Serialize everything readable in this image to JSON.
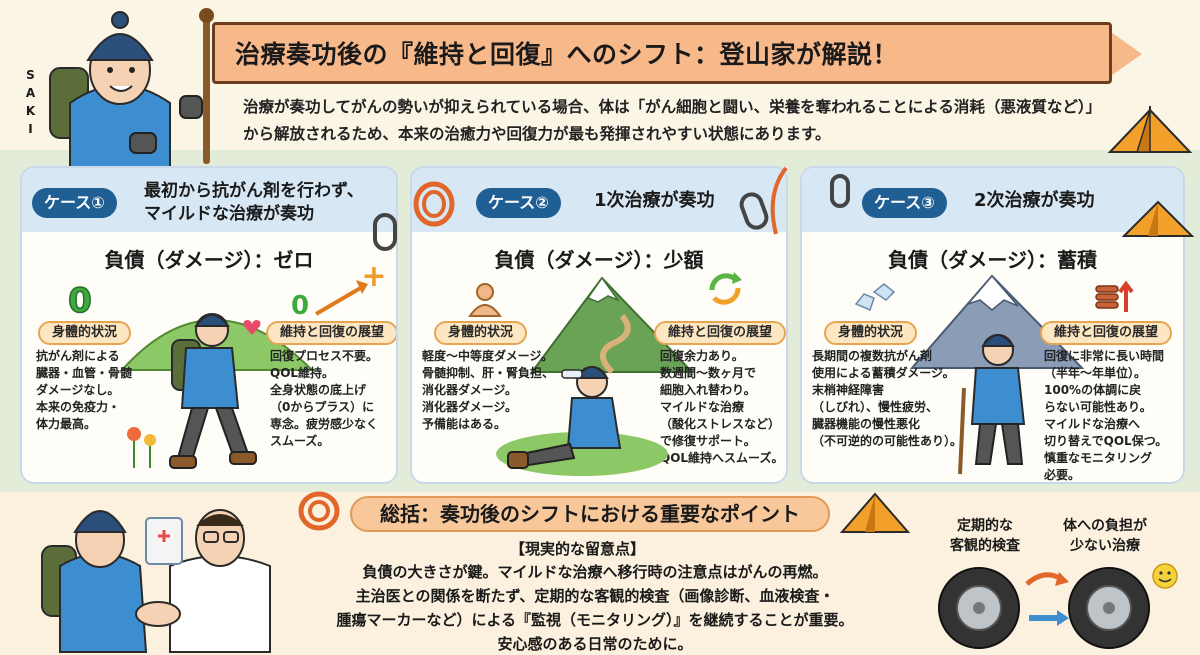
{
  "title": "治療奏功後の『維持と回復』へのシフト：登山家が解説！",
  "character_name": "SAKI",
  "intro": "治療が奏功してがんの勢いが抑えられている場合、体は「がん細胞と闘い、栄養を奪われることによる消耗（悪液質など）」から解放されるため、本来の治癒力や回復力が最も発揮されやすい状態にあります。",
  "cases": [
    {
      "tag": "ケース①",
      "title": "最初から抗がん剤を行わず、\nマイルドな治療が奏功",
      "debt": "負債（ダメージ）：ゼロ",
      "physical_label": "身體的状況",
      "physical_text": "抗がん剤による\n臓器・血管・骨髄\nダメージなし。\n本来の免疫力・\n体力最高。",
      "outlook_label": "維持と回復の展望",
      "outlook_text": "回復プロセス不要。\nQOL維持。\n全身状態の底上げ\n（0からプラス）に\n専念。疲労感少なく\nスムーズ。",
      "zero_a": "0",
      "zero_b": "0",
      "plus": "+"
    },
    {
      "tag": "ケース②",
      "title": "1次治療が奏功",
      "debt": "負債（ダメージ）：少額",
      "physical_label": "身體的状況",
      "physical_text": "軽度～中等度ダメージ。\n骨髄抑制、肝・腎負担、\n消化器ダメージ。\n消化器ダメージ。\n予備能はある。",
      "outlook_label": "維持と回復の展望",
      "outlook_text": "回復余力あり。\n数週間～数ヶ月で\n細胞入れ替わり。\nマイルドな治療\n（酸化ストレスなど）\nで修復サポート。\nQOL維持へスムーズ。"
    },
    {
      "tag": "ケース③",
      "title": "2次治療が奏功",
      "debt": "負債（ダメージ）：蓄積",
      "physical_label": "身體的状況",
      "physical_text": "長期間の複数抗がん剤\n使用による蓄積ダメージ。\n末梢神経障害\n（しびれ）、慢性疲労、\n臓器機能の慢性悪化\n（不可逆的の可能性あり）。",
      "outlook_label": "維持と回復の展望",
      "outlook_text": "回復に非常に長い時間\n（半年～年単位）。\n100%の体調に戻\nらない可能性あり。\nマイルドな治療へ\n切り替えでQOL保つ。\n慎重なモニタリング\n必要。"
    }
  ],
  "summary": {
    "title": "総括：奏功後のシフトにおける重要なポイント",
    "subtitle": "【現実的な留意点】",
    "text": "負債の大きさが鍵。マイルドな治療へ移行時の注意点はがんの再燃。\n主治医との関係を断たず、定期的な客観的検査（画像診断、血液検査・\n腫瘍マーカーなど）による『監視（モニタリング）』を継続することが重要。\n安心感のある日常のために。",
    "label_a": "定期的な\n客観的検査",
    "label_b": "体への負担が\n少ない治療"
  },
  "colors": {
    "banner": "#f8b98a",
    "tag": "#1f5f93",
    "card_head": "#d7e7f4",
    "pill": "#fde7c2",
    "zero_green": "#3caa3c",
    "tent": "#f2a02a"
  }
}
